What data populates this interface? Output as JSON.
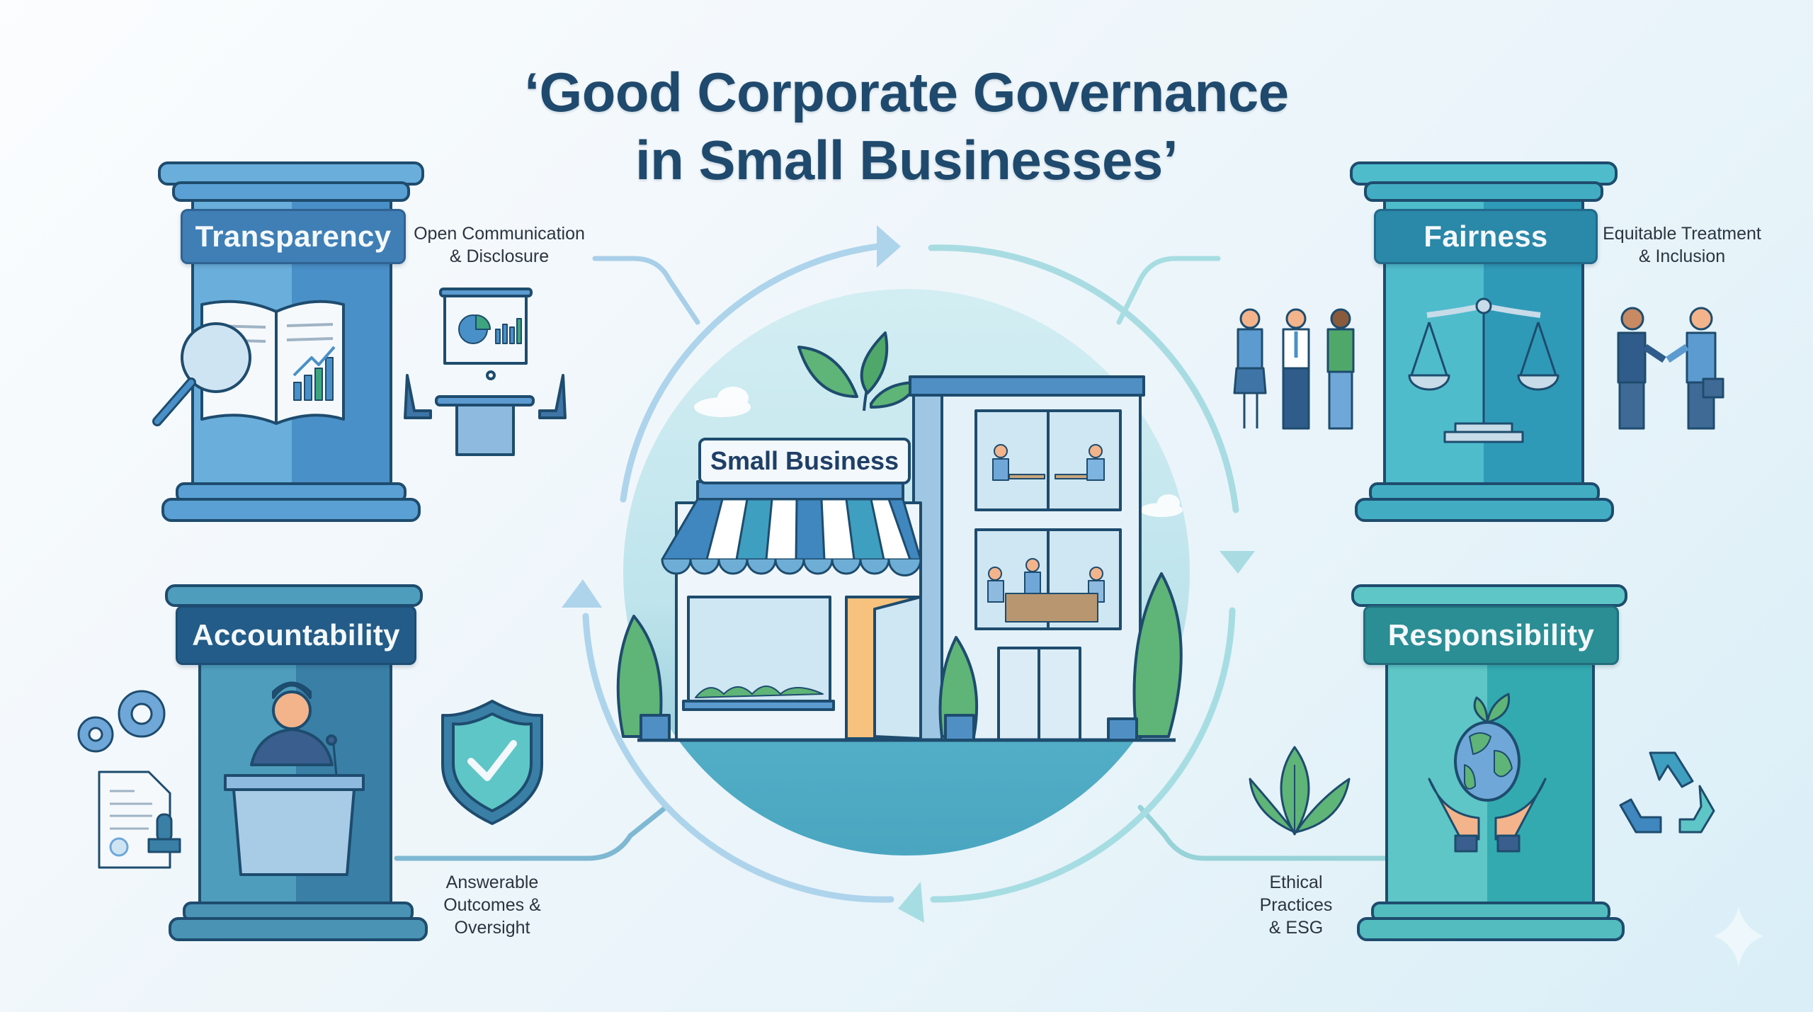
{
  "title": {
    "line1": "‘Good Corporate Governance",
    "line2": "in Small Businesses’"
  },
  "center": {
    "sign_label": "Small Business",
    "illustration": "storefront-with-office-building"
  },
  "pillars": [
    {
      "id": "transparency",
      "label": "Transparency",
      "description_line1": "Open Communication",
      "description_line2": "& Disclosure",
      "icons": [
        "open-book-with-magnifier-icon",
        "presentation-board-meeting-icon"
      ],
      "color_light": "#6aafdc",
      "color_dark": "#4a90c8",
      "label_bg": "#3f7fb6"
    },
    {
      "id": "fairness",
      "label": "Fairness",
      "description_line1": "Equitable Treatment",
      "description_line2": "& Inclusion",
      "icons": [
        "diverse-people-icon",
        "balance-scale-icon",
        "handshake-icon"
      ],
      "color_light": "#4fbccc",
      "color_dark": "#2f9ab8",
      "label_bg": "#2a88a8"
    },
    {
      "id": "accountability",
      "label": "Accountability",
      "description_line1": "Answerable",
      "description_line2": "Outcomes &",
      "description_line3": "Oversight",
      "icons": [
        "gears-icon",
        "stamped-document-icon",
        "speaker-at-podium-icon",
        "shield-check-icon"
      ],
      "color_light": "#4f9dbc",
      "color_dark": "#3a7fa6",
      "label_bg": "#235c88"
    },
    {
      "id": "responsibility",
      "label": "Responsibility",
      "description_line1": "Ethical",
      "description_line2": "Practices",
      "description_line3": "& ESG",
      "icons": [
        "leaves-icon",
        "hands-holding-globe-icon",
        "recycle-icon"
      ],
      "color_light": "#5ec6c6",
      "color_dark": "#33aab0",
      "label_bg": "#2a8e94"
    }
  ],
  "colors": {
    "title": "#1f4a6e",
    "cycle_arrow_blue": "#a9d3ec",
    "cycle_arrow_teal": "#a6dde3",
    "center_circle": "#c7e7ef",
    "center_circle_bottom": "#4ea9c4"
  }
}
